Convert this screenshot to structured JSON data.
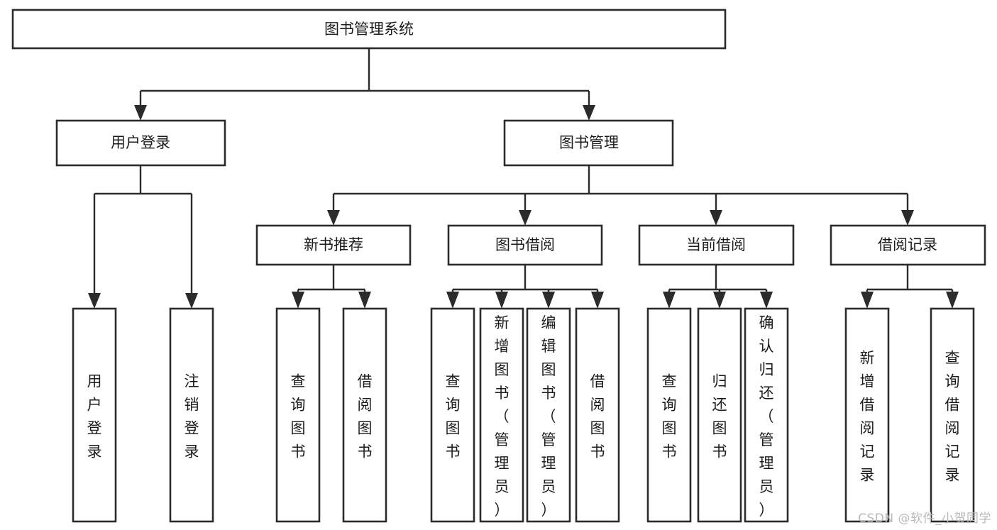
{
  "diagram": {
    "title": "图书管理系统",
    "type": "tree",
    "watermark": "CSDN @软件_小贺同学",
    "colors": {
      "box_stroke": "#2b2b2b",
      "box_fill": "#ffffff",
      "text": "#1b1b1b",
      "background": "#ffffff",
      "watermark": "#b9b9b9"
    },
    "nodes": {
      "root": {
        "label": "图书管理系统"
      },
      "level2": [
        {
          "id": "user-login",
          "label": "用户登录"
        },
        {
          "id": "book-management",
          "label": "图书管理"
        }
      ],
      "level3": [
        {
          "id": "new-book-recommend",
          "label": "新书推荐"
        },
        {
          "id": "book-borrow",
          "label": "图书借阅"
        },
        {
          "id": "current-borrow",
          "label": "当前借阅"
        },
        {
          "id": "borrow-record",
          "label": "借阅记录"
        }
      ],
      "leaves": {
        "user-login": [
          {
            "id": "leaf-user-login",
            "label": "用户登录"
          },
          {
            "id": "leaf-user-logout",
            "label": "注销登录"
          }
        ],
        "new-book-recommend": [
          {
            "id": "leaf-query-book-1",
            "label": "查询图书"
          },
          {
            "id": "leaf-borrow-book-1",
            "label": "借阅图书"
          }
        ],
        "book-borrow": [
          {
            "id": "leaf-query-book-2",
            "label": "查询图书"
          },
          {
            "id": "leaf-add-book",
            "label": "新增图书（管理员）"
          },
          {
            "id": "leaf-edit-book",
            "label": "编辑图书（管理员）"
          },
          {
            "id": "leaf-borrow-book-2",
            "label": "借阅图书"
          }
        ],
        "current-borrow": [
          {
            "id": "leaf-query-book-3",
            "label": "查询图书"
          },
          {
            "id": "leaf-return-book",
            "label": "归还图书"
          },
          {
            "id": "leaf-confirm-return",
            "label": "确认归还（管理员）"
          }
        ],
        "borrow-record": [
          {
            "id": "leaf-add-record",
            "label": "新增借阅记录"
          },
          {
            "id": "leaf-query-record",
            "label": "查询借阅记录"
          }
        ]
      }
    }
  }
}
